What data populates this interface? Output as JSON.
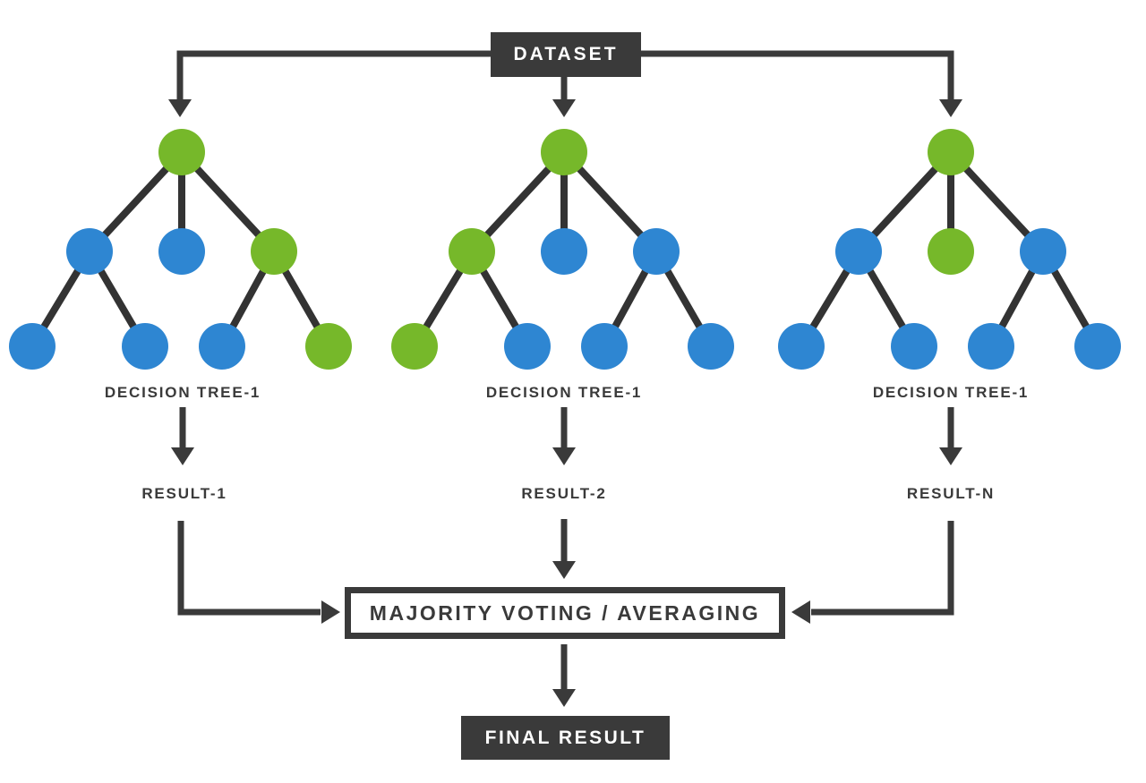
{
  "palette": {
    "green": "#76b82a",
    "blue": "#2e86d2",
    "dark": "#3a3a3a",
    "background": "#ffffff"
  },
  "dataset": {
    "label": "DATASET"
  },
  "trees": [
    {
      "name": "DECISION TREE-1",
      "result": "RESULT-1",
      "root_color": "green",
      "level2_colors": [
        "blue",
        "blue",
        "green"
      ],
      "leaf_colors": [
        "blue",
        "blue",
        "blue",
        "green"
      ]
    },
    {
      "name": "DECISION TREE-1",
      "result": "RESULT-2",
      "root_color": "green",
      "level2_colors": [
        "green",
        "blue",
        "blue"
      ],
      "leaf_colors": [
        "green",
        "blue",
        "blue",
        "blue"
      ]
    },
    {
      "name": "DECISION TREE-1",
      "result": "RESULT-N",
      "root_color": "green",
      "level2_colors": [
        "blue",
        "green",
        "blue"
      ],
      "leaf_colors": [
        "blue",
        "blue",
        "blue",
        "blue"
      ]
    }
  ],
  "aggregation": {
    "label": "MAJORITY VOTING / AVERAGING"
  },
  "final": {
    "label": "FINAL RESULT"
  }
}
